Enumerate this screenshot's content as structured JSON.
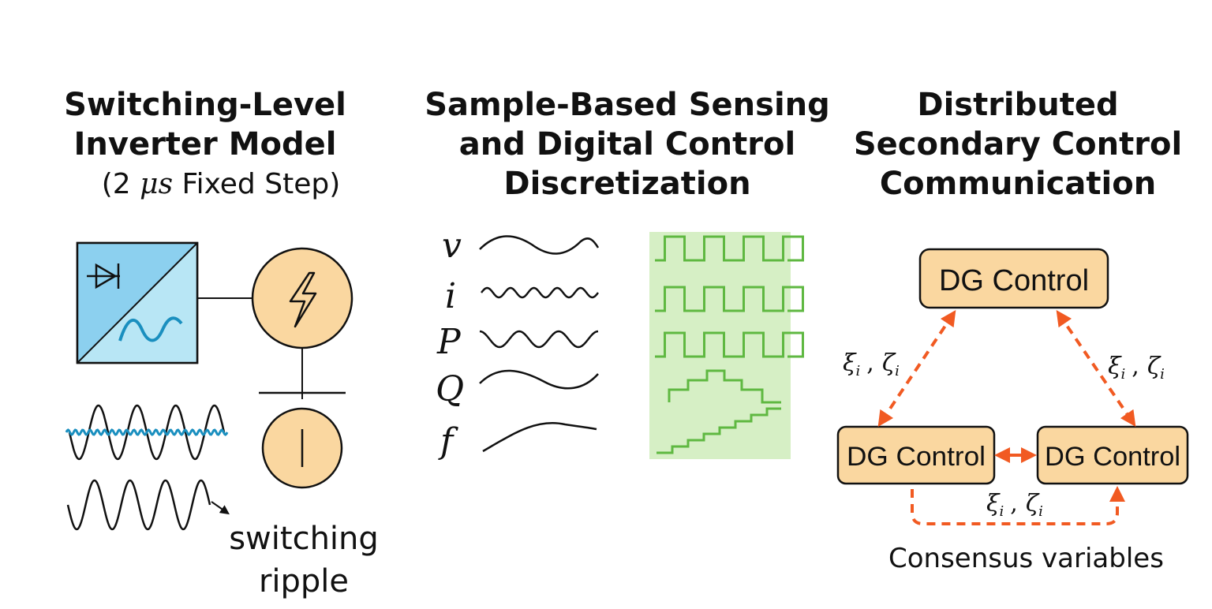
{
  "panels": [
    {
      "title_lines": [
        "Switching-Level",
        "Inverter Model"
      ],
      "subtitle": {
        "pre": "(2 ",
        "mu": "μs",
        "post": " Fixed Step)"
      },
      "annotation_lines": [
        "switching",
        "ripple"
      ]
    },
    {
      "title_lines": [
        "Sample-Based Sensing",
        "and Digital Control",
        "Discretization"
      ],
      "signals": [
        "v",
        "i",
        "P",
        "Q",
        "f"
      ]
    },
    {
      "title_lines": [
        "Distributed",
        "Secondary Control",
        "Communication"
      ],
      "nodes": [
        "DG Control",
        "DG Control",
        "DG Control"
      ],
      "edge_labels": {
        "xi": "ξ",
        "zeta": "ζ",
        "sub": "i",
        "sep": ","
      },
      "caption": "Consensus variables"
    }
  ],
  "colors": {
    "converter_fill": "#a9dcf3",
    "node_fill": "#fad7a0",
    "discrete_bg": "#d6efc5",
    "discrete_line": "#5fb841",
    "comm_arrow": "#f15a22",
    "ripple": "#1a8fbf"
  },
  "icons": [
    "diode-icon",
    "sine-icon",
    "lightning-icon",
    "ac-source-icon"
  ]
}
